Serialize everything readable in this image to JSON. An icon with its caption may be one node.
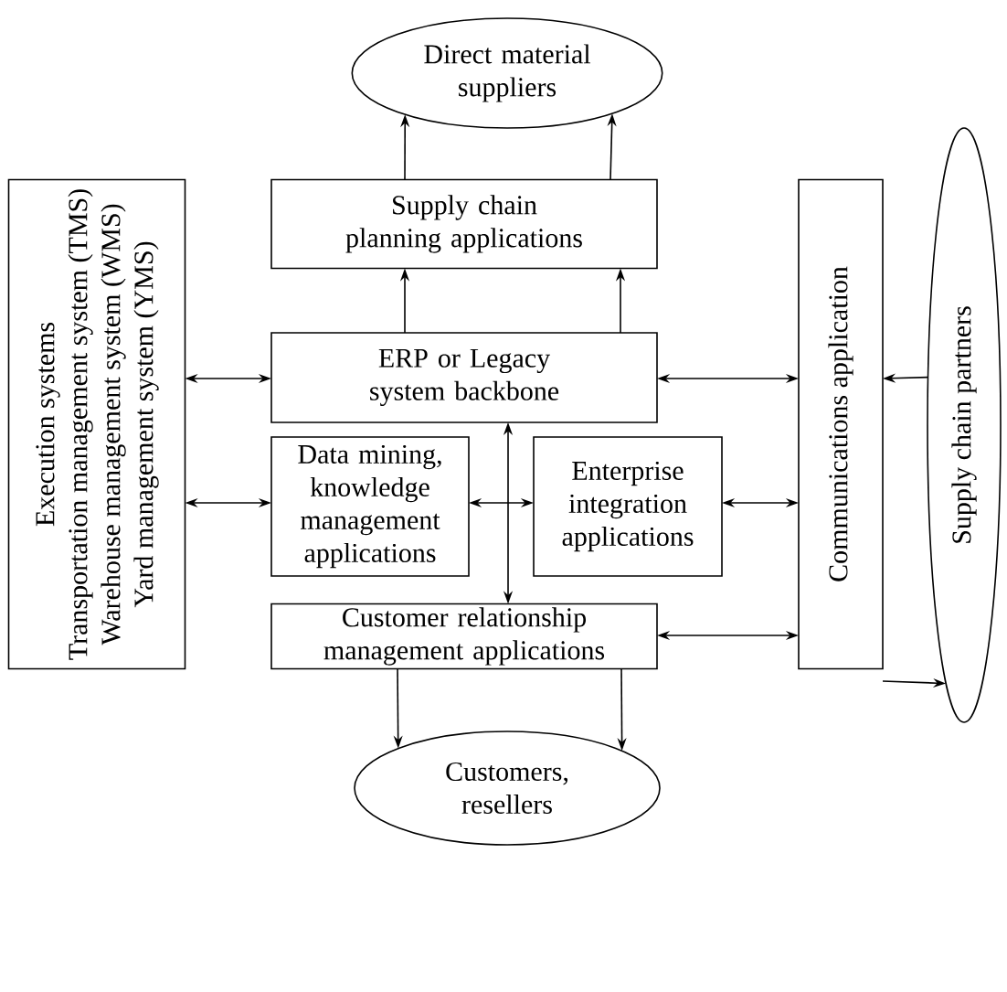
{
  "diagram": {
    "nodes": [
      {
        "text": [
          "Direct material suppliers"
        ]
      },
      {
        "text": [
          "Supply chain planning applications"
        ]
      },
      {
        "text": [
          "Execution systems",
          "Transportation management system (TMS)",
          "Warehouse management system (WMS)",
          "Yard management system (YMS)"
        ]
      },
      {
        "text": [
          "ERP or Legacy system backbone"
        ]
      },
      {
        "text": [
          "Communications application"
        ]
      },
      {
        "text": [
          "Supply chain partners"
        ]
      },
      {
        "text": [
          "Data mining, knowledge management applications"
        ]
      },
      {
        "text": [
          "Enterprise integration applications"
        ]
      },
      {
        "text": [
          "Customer relationship management applications"
        ]
      },
      {
        "text": [
          "Customers, resellers"
        ]
      }
    ],
    "edges": [
      {
        "from": 1,
        "to": 0,
        "arrow": "to"
      },
      {
        "from": 1,
        "to": 0,
        "arrow": "to"
      },
      {
        "from": 3,
        "to": 1,
        "arrow": "to"
      },
      {
        "from": 3,
        "to": 1,
        "arrow": "to"
      },
      {
        "from": 2,
        "to": 3,
        "arrow": "both"
      },
      {
        "from": 3,
        "to": 4,
        "arrow": "both"
      },
      {
        "from": 5,
        "to": 4,
        "arrow": "to"
      },
      {
        "from": 2,
        "to": 6,
        "arrow": "both"
      },
      {
        "from": 6,
        "to": 7,
        "arrow": "both"
      },
      {
        "from": 7,
        "to": 4,
        "arrow": "both"
      },
      {
        "from": 3,
        "to": 8,
        "arrow": "both"
      },
      {
        "from": 8,
        "to": 4,
        "arrow": "both"
      },
      {
        "from": 4,
        "to": 5,
        "arrow": "to"
      },
      {
        "from": 8,
        "to": 9,
        "arrow": "to"
      },
      {
        "from": 8,
        "to": 9,
        "arrow": "to"
      }
    ]
  }
}
